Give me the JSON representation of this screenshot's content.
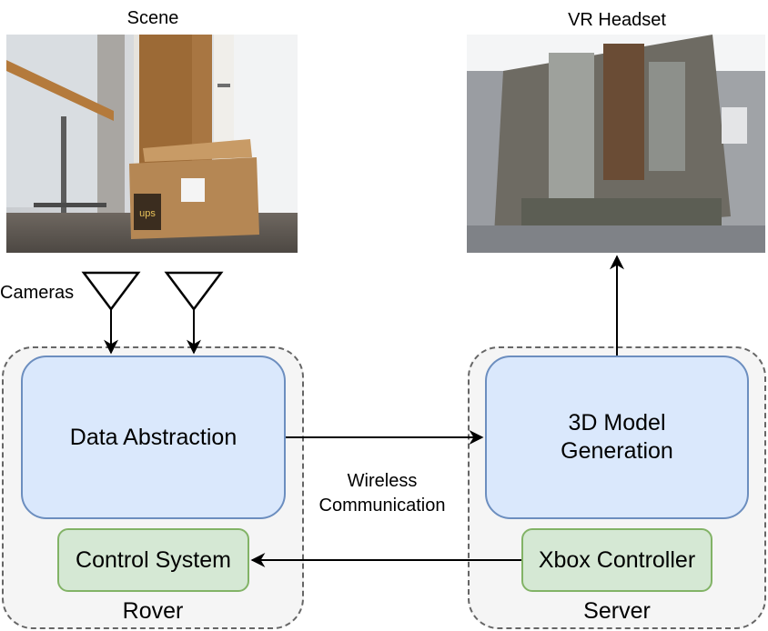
{
  "images": {
    "scene_title": "Scene",
    "vr_title": "VR Headset",
    "box_label_ups": "ups"
  },
  "diagram": {
    "cameras": "Cameras",
    "rover": {
      "group_label": "Rover",
      "data_abstraction": "Data Abstraction",
      "control_system": "Control System"
    },
    "server": {
      "group_label": "Server",
      "model_generation_line1": "3D Model",
      "model_generation_line2": "Generation",
      "xbox_controller": "Xbox Controller"
    },
    "link_label_line1": "Wireless",
    "link_label_line2": "Communication"
  }
}
